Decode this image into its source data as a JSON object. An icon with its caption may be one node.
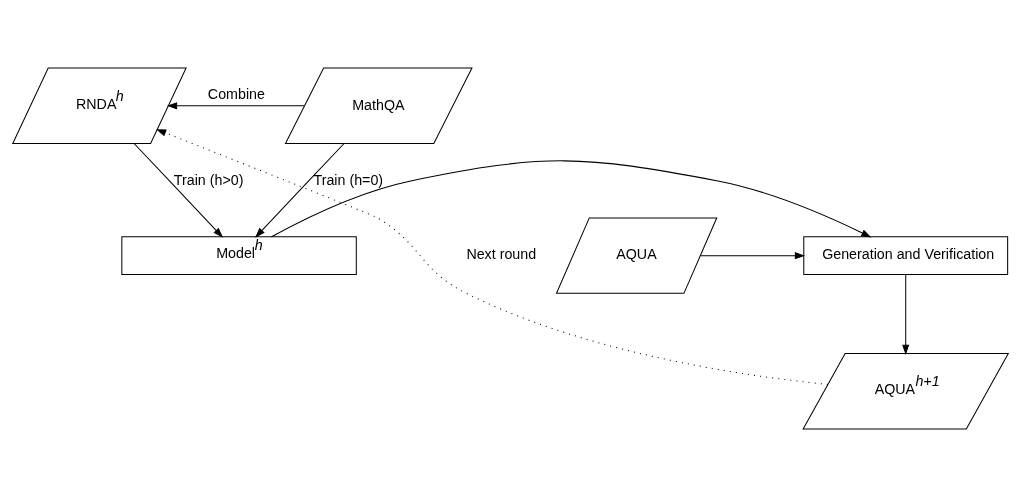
{
  "diagram": {
    "nodes": [
      {
        "text": [
          "RNDA$^{h}$"
        ]
      },
      {
        "text": [
          "MathQA"
        ]
      },
      {
        "text": [
          "AQUA$^{h+1}$"
        ]
      },
      {
        "text": [
          "Model$^{h}$"
        ]
      },
      {
        "text": [
          "Generation and Verification"
        ]
      },
      {
        "text": [
          "AQUA"
        ]
      }
    ],
    "edges": [
      {
        "from": 1,
        "to": 0,
        "arrow": "to",
        "label": "Combine"
      },
      {
        "from": 0,
        "to": 3,
        "arrow": "to",
        "label": "Train (h>0)"
      },
      {
        "from": 1,
        "to": 3,
        "arrow": "to",
        "label": "Train (h=0)"
      },
      {
        "from": 3,
        "to": 4,
        "arrow": "to"
      },
      {
        "from": 5,
        "to": 4,
        "arrow": "to"
      },
      {
        "from": 4,
        "to": 2,
        "arrow": "to"
      },
      {
        "from": 2,
        "to": 0,
        "arrow": "to",
        "label": "Next round",
        "style": "dashed"
      }
    ]
  }
}
